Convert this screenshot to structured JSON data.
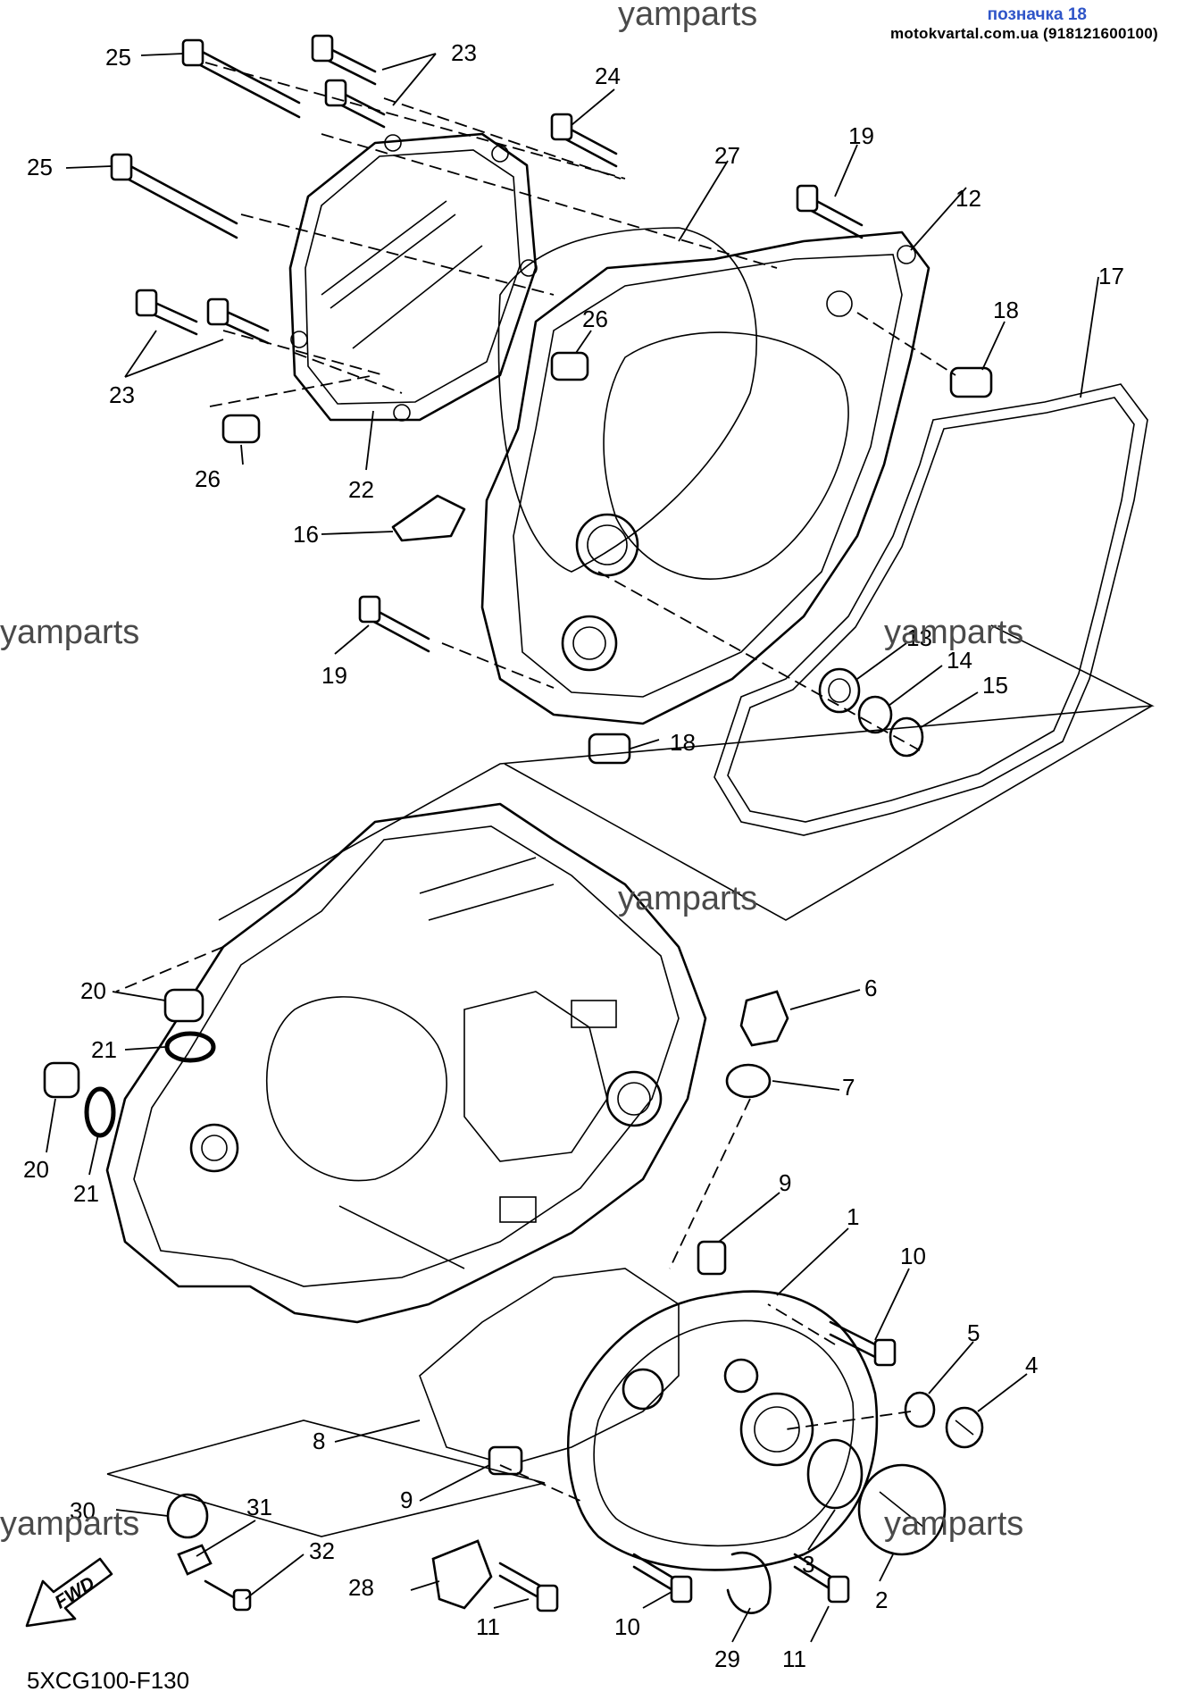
{
  "header": {
    "label": "позначка 18",
    "site": "motokvartal.com.ua (918121600100)"
  },
  "watermarks": [
    "yamparts",
    "yamparts",
    "yamparts",
    "yamparts",
    "yamparts",
    "yamparts"
  ],
  "callouts": [
    "25",
    "23",
    "24",
    "25",
    "27",
    "19",
    "12",
    "17",
    "18",
    "26",
    "23",
    "26",
    "22",
    "16",
    "19",
    "13",
    "14",
    "15",
    "18",
    "20",
    "21",
    "20",
    "21",
    "6",
    "7",
    "9",
    "1",
    "10",
    "5",
    "4",
    "8",
    "9",
    "30",
    "31",
    "32",
    "28",
    "11",
    "10",
    "3",
    "2",
    "29",
    "11"
  ],
  "fwd_label": "FWD",
  "diagram_code": "5XCG100-F130"
}
